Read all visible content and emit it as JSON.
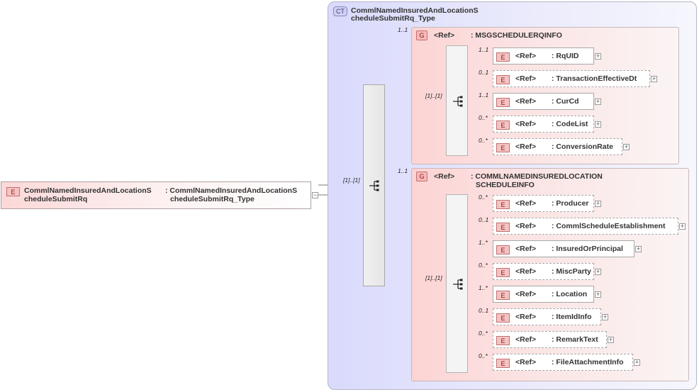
{
  "root_element": {
    "badge": "E",
    "name_line1": "CommlNamedInsuredAndLocationS",
    "name_line2": "cheduleSubmitRq",
    "type_line1": ": CommlNamedInsuredAndLocationS",
    "type_line2": "cheduleSubmitRq_Type",
    "collapse": "−"
  },
  "complex_type": {
    "badge": "CT",
    "title_line1": "CommlNamedInsuredAndLocationS",
    "title_line2": "cheduleSubmitRq_Type"
  },
  "root_sequence": {
    "cardinality": "[1]..[1]"
  },
  "groups": [
    {
      "badge": "G",
      "cardinality": "1..1",
      "ref": "<Ref>",
      "name_line1": ": MSGSCHEDULERQINFO",
      "name_line2": "",
      "sequence_cardinality": "[1]..[1]",
      "elements": [
        {
          "cardinality": "1..1",
          "ref": "<Ref>",
          "name": ": RqUID",
          "optional": false
        },
        {
          "cardinality": "0..1",
          "ref": "<Ref>",
          "name": ": TransactionEffectiveDt",
          "optional": true
        },
        {
          "cardinality": "1..1",
          "ref": "<Ref>",
          "name": ": CurCd",
          "optional": false
        },
        {
          "cardinality": "0..*",
          "ref": "<Ref>",
          "name": ": CodeList",
          "optional": true
        },
        {
          "cardinality": "0..*",
          "ref": "<Ref>",
          "name": ": ConversionRate",
          "optional": true
        }
      ]
    },
    {
      "badge": "G",
      "cardinality": "1..1",
      "ref": "<Ref>",
      "name_line1": ": COMMLNAMEDINSUREDLOCATION",
      "name_line2": "SCHEDULEINFO",
      "sequence_cardinality": "[1]..[1]",
      "elements": [
        {
          "cardinality": "0..*",
          "ref": "<Ref>",
          "name": ": Producer",
          "optional": true
        },
        {
          "cardinality": "0..1",
          "ref": "<Ref>",
          "name": ": CommlScheduleEstablishment",
          "optional": true
        },
        {
          "cardinality": "1..*",
          "ref": "<Ref>",
          "name": ": InsuredOrPrincipal",
          "optional": false
        },
        {
          "cardinality": "0..*",
          "ref": "<Ref>",
          "name": ": MiscParty",
          "optional": true
        },
        {
          "cardinality": "1..*",
          "ref": "<Ref>",
          "name": ": Location",
          "optional": false
        },
        {
          "cardinality": "0..1",
          "ref": "<Ref>",
          "name": ": ItemIdInfo",
          "optional": true
        },
        {
          "cardinality": "0..*",
          "ref": "<Ref>",
          "name": ": RemarkText",
          "optional": true
        },
        {
          "cardinality": "0..*",
          "ref": "<Ref>",
          "name": ": FileAttachmentInfo",
          "optional": true
        }
      ]
    }
  ],
  "element_badge": "E",
  "expand_symbol": "+"
}
